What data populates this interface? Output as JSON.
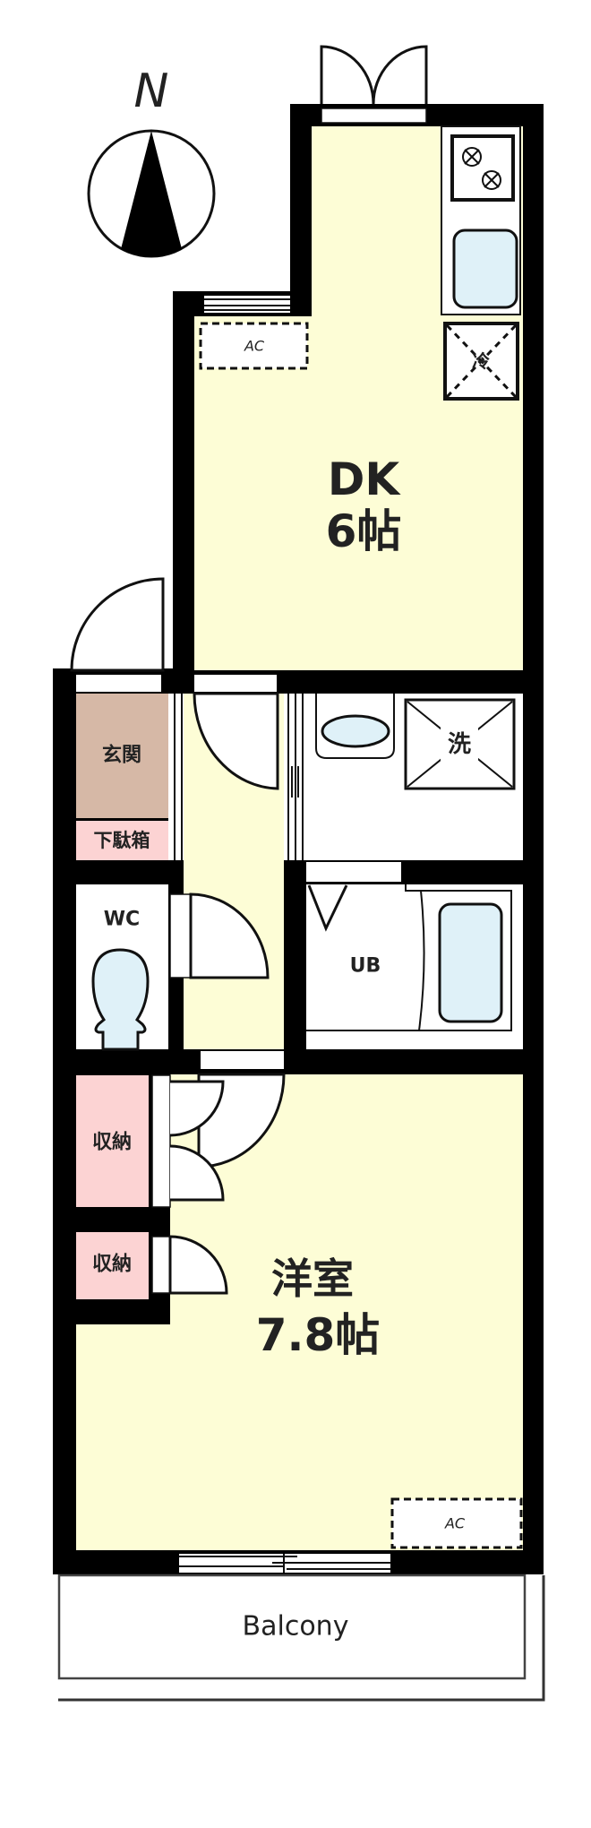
{
  "compass": {
    "label": "N"
  },
  "rooms": {
    "dk": {
      "name": "DK",
      "size": "6帖"
    },
    "genkan": {
      "name": "玄関"
    },
    "shoebox": {
      "name": "下駄箱"
    },
    "wc": {
      "name": "WC"
    },
    "ub": {
      "name": "UB"
    },
    "washer": {
      "name": "洗"
    },
    "fridge": {
      "name": "冷"
    },
    "storage1": {
      "name": "収納"
    },
    "storage2": {
      "name": "収納"
    },
    "western": {
      "name": "洋室",
      "size": "7.8帖"
    },
    "balcony": {
      "name": "Balcony"
    }
  },
  "ac_units": [
    "AC",
    "AC"
  ],
  "colors": {
    "wall": "#000000",
    "room_yellow": "#fdfdd6",
    "genkan_brown": "#d6b8a6",
    "storage_pink": "#fcd3d3",
    "fixture_blue": "#dff1f8"
  }
}
